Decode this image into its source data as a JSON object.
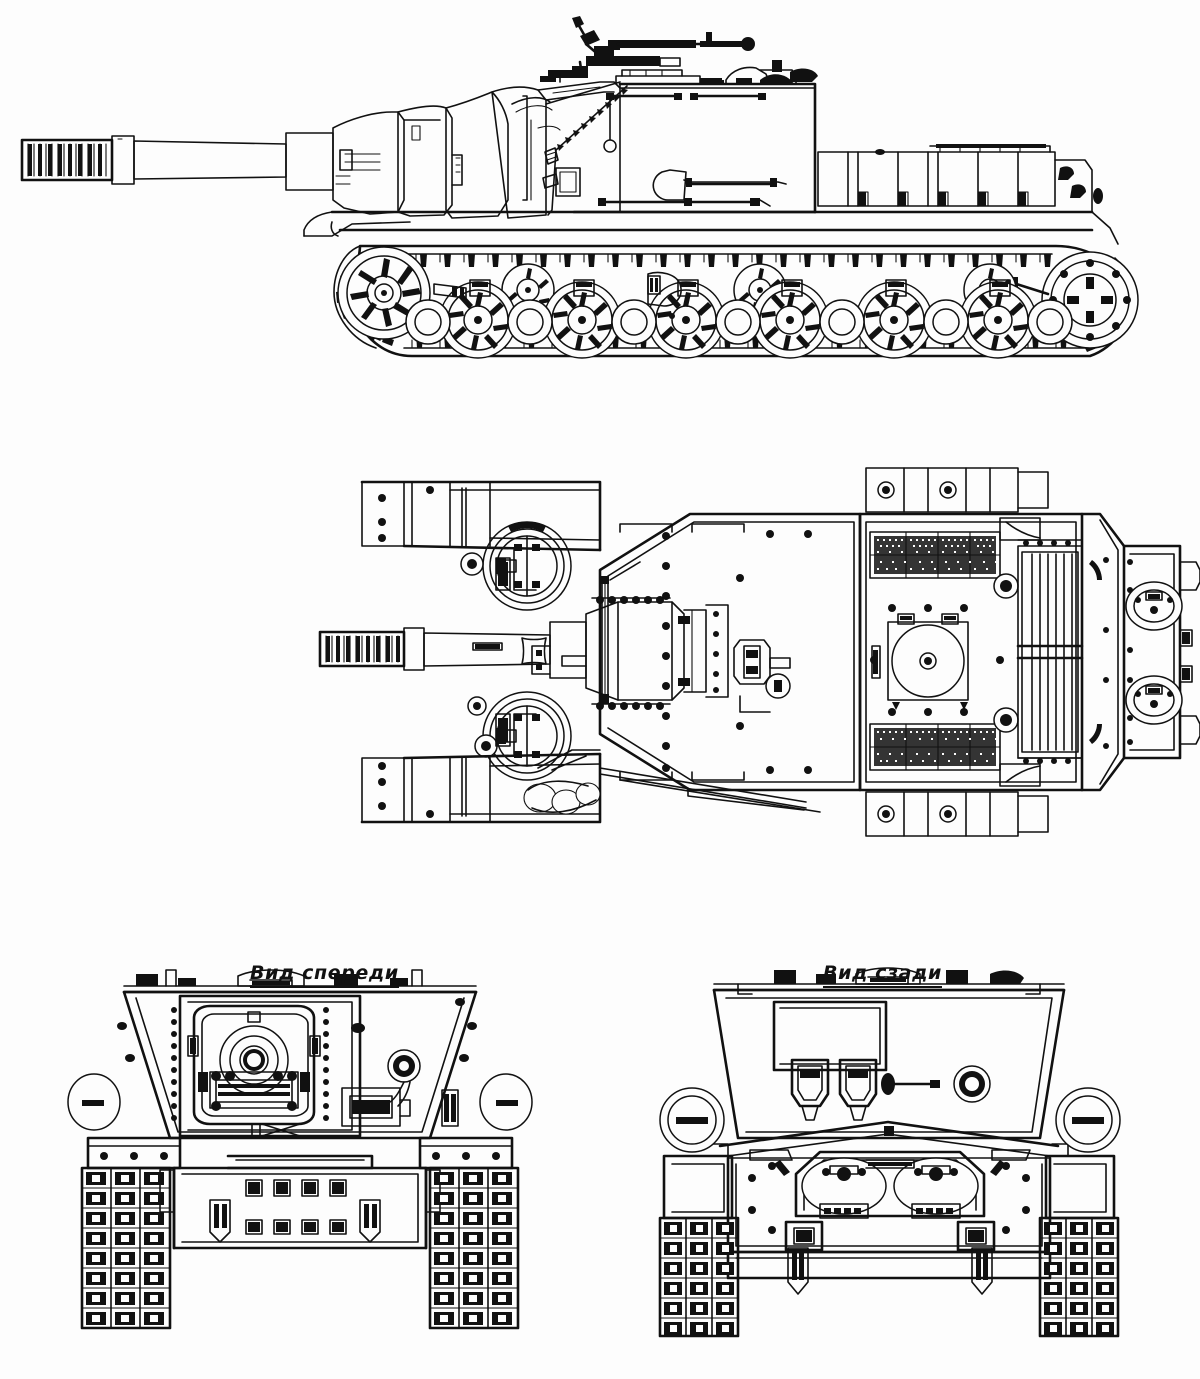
{
  "sheet": {
    "background_color": "#fdfdfd",
    "line_color": "#111111",
    "subject": "Soviet heavy self-propelled gun — orthographic projection plate"
  },
  "views": [
    {
      "id": "side-view",
      "name": "side-view",
      "label": "",
      "label_visible": false,
      "orientation": "left-side elevation, gun pointing left",
      "features": [
        "gun-barrel",
        "muzzle-brake",
        "mantlet",
        "casemate-superstructure",
        "dshk-anti-aircraft-machine-gun",
        "commander-cupola",
        "handrail",
        "shovel",
        "crowbar",
        "tow-hook",
        "external-fuel-tanks",
        "track-run",
        "idler-wheel",
        "drive-sprocket",
        "road-wheels",
        "return-rollers",
        "fender"
      ]
    },
    {
      "id": "plan-view",
      "name": "plan-view",
      "label": "",
      "label_visible": false,
      "orientation": "top / plan projection, gun pointing left",
      "features": [
        "gun-barrel",
        "mantlet",
        "crew-hatch-front",
        "crew-hatch-rear",
        "periscope",
        "antenna-mount",
        "engine-deck",
        "intake-mesh-grille-left",
        "intake-mesh-grille-right",
        "radiator-louvers",
        "fan-access-cover",
        "fuel-tank-row-left",
        "fuel-tank-row-right",
        "rear-plate",
        "exhaust-port-left",
        "exhaust-port-right",
        "fenders",
        "towing-cable"
      ]
    },
    {
      "id": "front-view",
      "name": "front-view",
      "label": "Вид спереди",
      "label_visible": true,
      "orientation": "front elevation",
      "features": [
        "gun-mantlet",
        "gun-bore",
        "headlight",
        "horn",
        "driver-hatch",
        "spare-track-links",
        "glacis-plate",
        "towing-eyes",
        "track-grousers",
        "fenders"
      ]
    },
    {
      "id": "rear-view",
      "name": "rear-view",
      "label": "Вид сзади",
      "label_visible": true,
      "orientation": "rear elevation",
      "features": [
        "exhaust-port-left",
        "exhaust-port-right",
        "tow-hook-left",
        "tow-hook-right",
        "rear-plate",
        "fuel-tank-left",
        "fuel-tank-right",
        "mud-flaps",
        "track-grousers",
        "fenders",
        "access-panel"
      ]
    }
  ]
}
